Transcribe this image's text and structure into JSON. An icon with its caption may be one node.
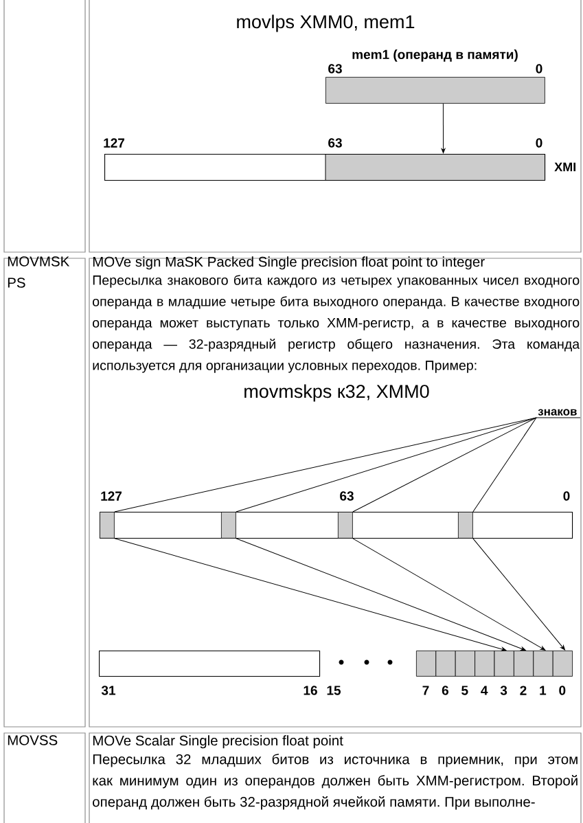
{
  "diagram": {
    "nodes": [
      {
        "text": [
          "mem1 (операнд в памяти)"
        ]
      },
      {
        "text": [],
        "shape": "bar",
        "beside": [
          "XMI"
        ]
      },
      {
        "text": [
          "знаков"
        ]
      },
      {
        "text": [],
        "shape": "bar"
      },
      {
        "text": [],
        "shape": "box",
        "in": 3
      },
      {
        "text": [],
        "shape": "box",
        "in": 3
      },
      {
        "text": [],
        "shape": "box",
        "in": 3
      },
      {
        "text": [],
        "shape": "box",
        "in": 3
      },
      {
        "text": [],
        "shape": "bar"
      },
      {
        "text": [],
        "shape": "box"
      },
      {
        "text": [],
        "shape": "box"
      },
      {
        "text": [],
        "shape": "box"
      },
      {
        "text": [],
        "shape": "box"
      },
      {
        "text": [],
        "shape": "box"
      },
      {
        "text": [],
        "shape": "box"
      },
      {
        "text": [],
        "shape": "box"
      },
      {
        "text": [],
        "shape": "box"
      }
    ],
    "edges": [
      {
        "from": 0,
        "to": 1,
        "arrow": "to"
      },
      {
        "from": 2,
        "to": 4,
        "arrow": "none"
      },
      {
        "from": 2,
        "to": 5,
        "arrow": "none"
      },
      {
        "from": 2,
        "to": 6,
        "arrow": "none"
      },
      {
        "from": 2,
        "to": 7,
        "arrow": "none"
      },
      {
        "from": 4,
        "to": 13,
        "arrow": "to"
      },
      {
        "from": 5,
        "to": 14,
        "arrow": "to"
      },
      {
        "from": 6,
        "to": 15,
        "arrow": "to"
      },
      {
        "from": 7,
        "to": 16,
        "arrow": "to"
      }
    ],
    "labels": [
      "movlps XMM0, mem1",
      "63",
      "0",
      "127",
      "63",
      "0",
      "MOVMSK PS",
      "MOVe sign MaSK Packed Single precision float point to integer",
      "Пересылка знакового бита каждого из четырех упакованных чисел входного операнда в младшие четыре бита выходного операнда. В качестве входного операнда может выступать только XMM-регистр, а в качестве выходного операнда — 32-разрядный регистр общего назначения. Эта команда используется для организации условных переходов. Пример:",
      "movmskps к32, XMM0",
      "127",
      "63",
      "0",
      "31",
      "16",
      "15",
      "7",
      "6",
      "5",
      "4",
      "3",
      "2",
      "1",
      "0",
      "MOVSS",
      "MOVe Scalar Single precision float point",
      "Пересылка 32 младших битов из источника в приемник, при этом как минимум один из операндов должен быть XMM-регистром. Второй операнд должен быть 32-разрядной ячейкой памяти. При выполне-"
    ]
  }
}
